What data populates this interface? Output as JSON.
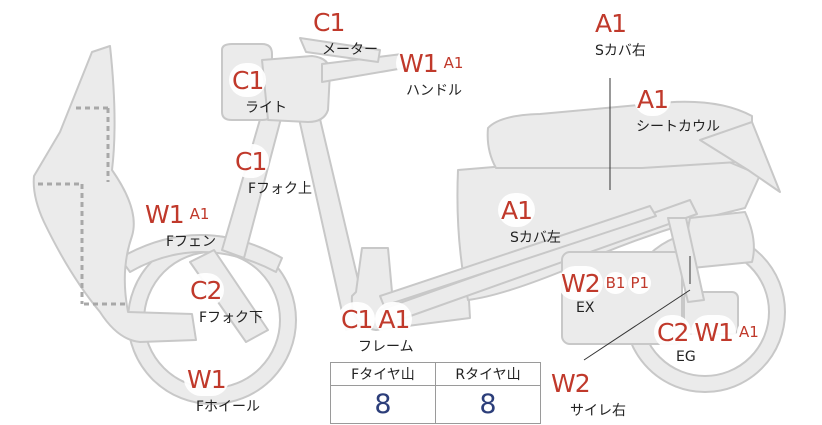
{
  "colors": {
    "code_text": "#c0392b",
    "value_text": "#2c3e7a",
    "body_fill": "#ebebeb",
    "body_stroke": "#c8c8c8",
    "dash": "#a8a8a8"
  },
  "parts": [
    {
      "id": "meter",
      "label": "メーター",
      "codes": [
        {
          "text": "C1"
        }
      ]
    },
    {
      "id": "handle",
      "label": "ハンドル",
      "codes": [
        {
          "text": "W1"
        },
        {
          "text": "A1",
          "small": true
        }
      ]
    },
    {
      "id": "s-cover-right",
      "label": "Sカバ右",
      "codes": [
        {
          "text": "A1"
        }
      ]
    },
    {
      "id": "light",
      "label": "ライト",
      "codes": [
        {
          "text": "C1"
        }
      ]
    },
    {
      "id": "seat-cowl",
      "label": "シートカウル",
      "codes": [
        {
          "text": "A1"
        }
      ]
    },
    {
      "id": "f-fork-upper",
      "label": "Fフォク上",
      "codes": [
        {
          "text": "C1"
        }
      ]
    },
    {
      "id": "f-fender",
      "label": "Fフェン",
      "codes": [
        {
          "text": "W1"
        },
        {
          "text": "A1",
          "small": true
        }
      ]
    },
    {
      "id": "s-cover-left",
      "label": "Sカバ左",
      "codes": [
        {
          "text": "A1"
        }
      ]
    },
    {
      "id": "ex",
      "label": "EX",
      "codes": [
        {
          "text": "W2"
        },
        {
          "text": "B1",
          "small": true
        },
        {
          "text": "P1",
          "small": true
        }
      ]
    },
    {
      "id": "f-fork-lower",
      "label": "Fフォク下",
      "codes": [
        {
          "text": "C2"
        }
      ]
    },
    {
      "id": "frame",
      "label": "フレーム",
      "codes": [
        {
          "text": "C1"
        },
        {
          "text": "A1"
        }
      ]
    },
    {
      "id": "eg",
      "label": "EG",
      "codes": [
        {
          "text": "C2"
        },
        {
          "text": "W1"
        },
        {
          "text": "A1",
          "small": true
        }
      ]
    },
    {
      "id": "f-wheel",
      "label": "Fホイール",
      "codes": [
        {
          "text": "W1"
        }
      ]
    },
    {
      "id": "muffler-right",
      "label": "サイレ右",
      "codes": [
        {
          "text": "W2"
        }
      ]
    }
  ],
  "tire_table": {
    "front_label": "Fタイヤ山",
    "rear_label": "Rタイヤ山",
    "front_value": "8",
    "rear_value": "8"
  }
}
